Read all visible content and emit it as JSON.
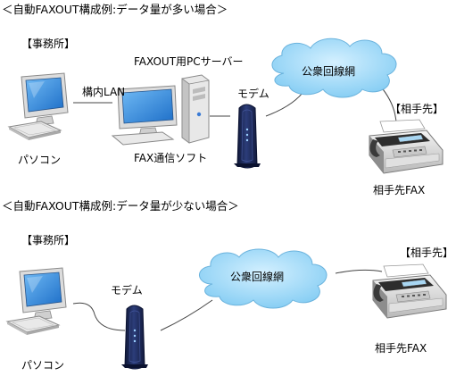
{
  "diagram_1": {
    "heading": "＜自動FAXOUT構成例:データ量が多い場合＞",
    "office_label": "【事務所】",
    "pc_label": "パソコン",
    "lan_label": "構内LAN",
    "server_label": "FAXOUT用PCサーバー",
    "software_label": "FAX通信ソフト",
    "modem_label": "モデム",
    "network_label": "公衆回線網",
    "partner_label": "【相手先】",
    "partner_fax_label": "相手先FAX"
  },
  "diagram_2": {
    "heading": "＜自動FAXOUT構成例:データ量が少ない場合＞",
    "office_label": "【事務所】",
    "modem_label": "モデム",
    "network_label": "公衆回線網",
    "partner_label": "【相手先】",
    "pc_label": "パソコン",
    "partner_fax_label": "相手先FAX"
  },
  "colors": {
    "cloud_fill": "#8fd2f5",
    "screen_blue": "#2a7fd6",
    "modem_navy": "#1d2a5c",
    "line": "#444444"
  }
}
